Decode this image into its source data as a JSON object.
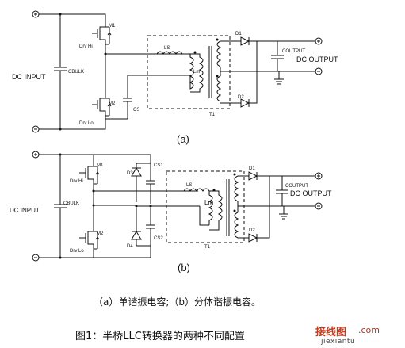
{
  "diagram_a": {
    "tag": "(a)",
    "dc_input": "DC INPUT",
    "dc_output": "DC OUTPUT",
    "cbulk": "CBULK",
    "coutput": "COUTPUT",
    "m1": "M1",
    "m2": "M2",
    "drv_hi": "Drv Hi",
    "drv_lo": "Drv Lo",
    "cs": "CS",
    "ls": "LS",
    "lm": "Lm",
    "t1": "T1",
    "d1": "D1",
    "d2": "D2"
  },
  "diagram_b": {
    "tag": "(b)",
    "dc_input": "DC INPUT",
    "dc_output": "DC OUTPUT",
    "cbulk": "CBULK",
    "coutput": "COUTPUT",
    "m1": "M1",
    "m2": "M2",
    "drv_hi": "Drv Hi",
    "drv_lo": "Drv Lo",
    "d3": "D3",
    "d4": "D4",
    "cs1": "CS1",
    "cs2": "CS2",
    "ls": "LS",
    "lm": "Lm",
    "t1": "T1",
    "d1": "D1",
    "d2": "D2"
  },
  "caption_sub": "（a）单谐振电容;（b）分体谐振电容。",
  "caption_fig": "图1：半桥LLC转换器的两种不同配置",
  "watermark": {
    "logo": "接线图",
    "site": ".com",
    "url": "jiexiantu"
  }
}
